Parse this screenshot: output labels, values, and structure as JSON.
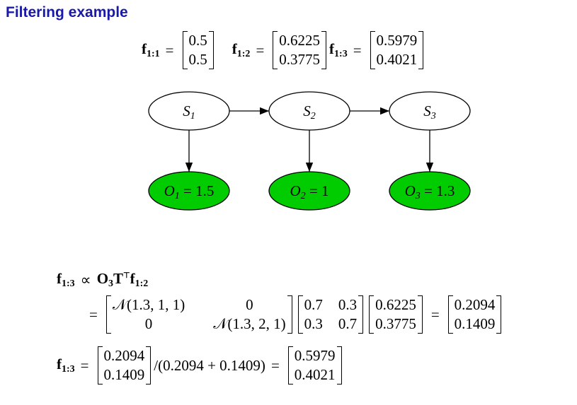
{
  "title": "Filtering example",
  "top": [
    {
      "label": "f",
      "sub": "1:1",
      "values": [
        "0.5",
        "0.5"
      ]
    },
    {
      "label": "f",
      "sub": "1:2",
      "values": [
        "0.6225",
        "0.3775"
      ]
    },
    {
      "label": "f",
      "sub": "1:3",
      "values": [
        "0.5979",
        "0.4021"
      ]
    }
  ],
  "graph": {
    "states": [
      {
        "name": "S",
        "sub": "1"
      },
      {
        "name": "S",
        "sub": "2"
      },
      {
        "name": "S",
        "sub": "3"
      }
    ],
    "observations": [
      {
        "name": "O",
        "sub": "1",
        "value": "= 1.5"
      },
      {
        "name": "O",
        "sub": "2",
        "value": "= 1"
      },
      {
        "name": "O",
        "sub": "3",
        "value": "= 1.3"
      }
    ],
    "observed_color": "#00cc00"
  },
  "eq1": {
    "lhs": "f",
    "lhs_sub": "1:3",
    "prop": "∝",
    "O": "O",
    "O_sub": "3",
    "T": "T",
    "T_sup": "⊤",
    "f": "f",
    "f_sub": "1:2"
  },
  "eq2": {
    "eq": "=",
    "O_matrix": [
      "𝒩(1.3, 1, 1)",
      "0",
      "0",
      "𝒩(1.3, 2, 1)"
    ],
    "T_matrix": [
      "0.7",
      "0.3",
      "0.3",
      "0.7"
    ],
    "f_prev": [
      "0.6225",
      "0.3775"
    ],
    "eq_b": "=",
    "result": [
      "0.2094",
      "0.1409"
    ]
  },
  "eq3": {
    "lhs": "f",
    "lhs_sub": "1:3",
    "eq": "=",
    "vec": [
      "0.2094",
      "0.1409"
    ],
    "norm": "/(0.2094 + 0.1409)",
    "eq_b": "=",
    "result": [
      "0.5979",
      "0.4021"
    ]
  }
}
